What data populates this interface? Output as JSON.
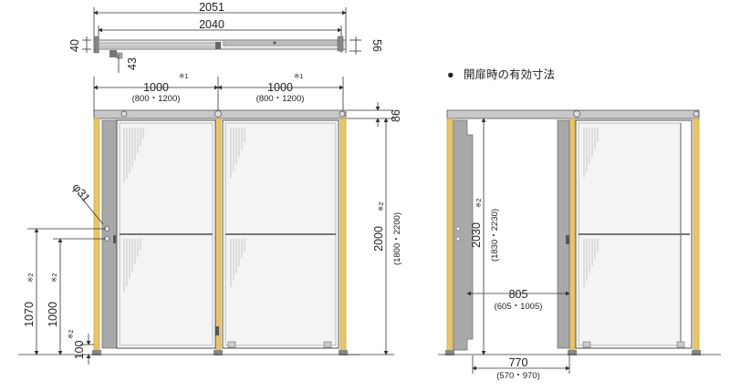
{
  "colors": {
    "post": "#E9C46A",
    "post_edge": "#C9A23C",
    "frame": "#B5B5B5",
    "frame_dark": "#8E8E8E",
    "mesh": "#9C9C9C",
    "line": "#333333"
  },
  "top_view": {
    "overall_width": "2051",
    "inner_width": "2040",
    "left_height": "40",
    "left_small": "43",
    "right_height": "56"
  },
  "front_view": {
    "panel_width_left": "1000",
    "panel_width_left_range": "(800・1200)",
    "panel_width_right": "1000",
    "panel_width_right_range": "(800・1200)",
    "note_mark": "※1",
    "top_rail": "86",
    "height": "2000",
    "height_range": "(1800・2200)",
    "height_note": "※2",
    "handle_dia": "φ31",
    "dim_1070": "1070",
    "dim_1000": "1000",
    "dim_100": "100",
    "note2": "※2"
  },
  "open_view": {
    "title": "開扉時の有効寸法",
    "bullet": "●",
    "height": "2030",
    "height_range": "(1830・2230)",
    "height_note": "※2",
    "opening_width": "805",
    "opening_width_range": "(605・1005)",
    "bottom_width": "770",
    "bottom_width_range": "(570・970)"
  }
}
